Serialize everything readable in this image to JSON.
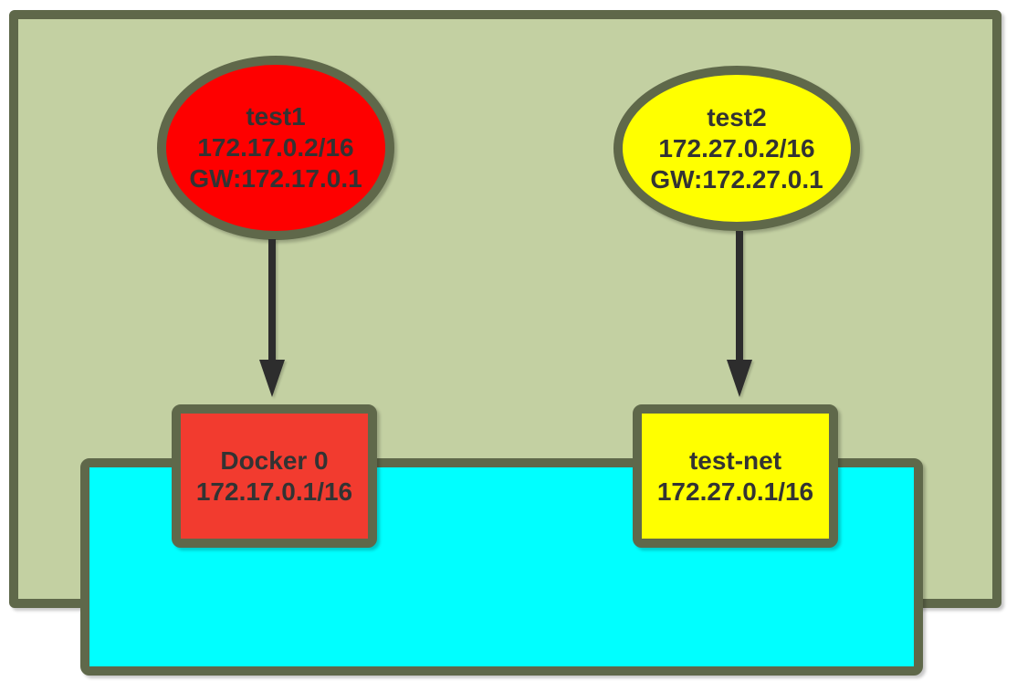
{
  "diagram": {
    "nodes": {
      "container1": {
        "name": "test1",
        "ip": "172.17.0.2/16",
        "gateway": "GW:172.17.0.1"
      },
      "container2": {
        "name": "test2",
        "ip": "172.27.0.2/16",
        "gateway": "GW:172.27.0.1"
      },
      "bridge1": {
        "name": "Docker 0",
        "ip": "172.17.0.1/16"
      },
      "bridge2": {
        "name": "test-net",
        "ip": "172.27.0.1/16"
      }
    },
    "colors": {
      "page_background": "#ffffff",
      "host_fill": "#c3d0a2",
      "shape_border": "#5f684a",
      "network_fill": "#00ffff",
      "container1_fill": "#fe0000",
      "container2_fill": "#ffff00",
      "bridge1_fill": "#f23b2f",
      "bridge2_fill": "#ffff00",
      "text": "#333333",
      "arrow": "#2d2d2d"
    }
  }
}
